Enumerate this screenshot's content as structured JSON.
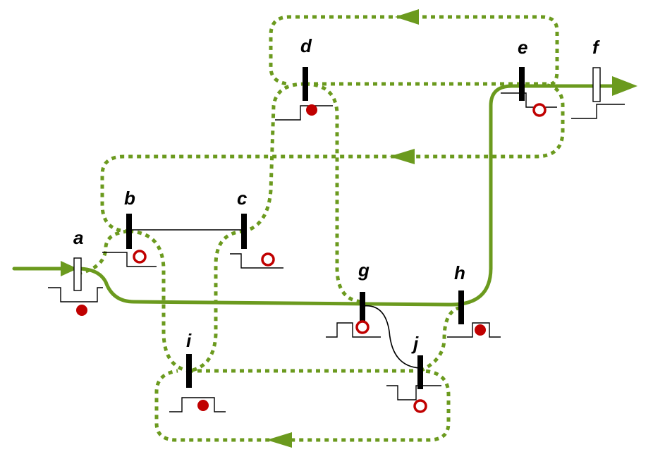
{
  "colors": {
    "flow": "#6B9A1E",
    "bar": "#000000",
    "token_filled": "#C00000",
    "token_ring": "#C00000",
    "open_bar_fill": "#FFFFFF"
  },
  "nodes": [
    {
      "id": "a",
      "label": "a"
    },
    {
      "id": "b",
      "label": "b"
    },
    {
      "id": "c",
      "label": "c"
    },
    {
      "id": "d",
      "label": "d"
    },
    {
      "id": "e",
      "label": "e"
    },
    {
      "id": "f",
      "label": "f"
    },
    {
      "id": "g",
      "label": "g"
    },
    {
      "id": "h",
      "label": "h"
    },
    {
      "id": "i",
      "label": "i"
    },
    {
      "id": "j",
      "label": "j"
    }
  ],
  "token_states": {
    "a": "filled",
    "b": "ring",
    "c": "ring",
    "d": "filled",
    "e": "ring",
    "f": "none",
    "g": "ring",
    "h": "filled",
    "i": "filled",
    "j": "ring"
  },
  "links": [
    {
      "from": "b",
      "to": "c"
    },
    {
      "from": "g",
      "to": "j"
    }
  ]
}
